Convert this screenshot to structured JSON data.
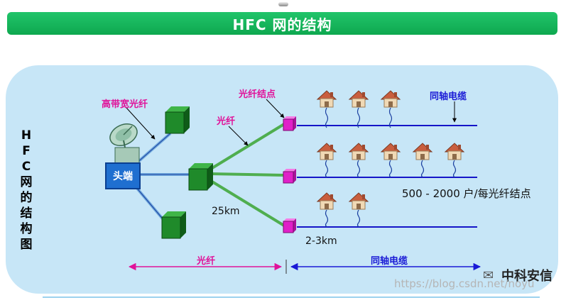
{
  "title": "HFC 网的结构",
  "side_title": "HFC网的结构图",
  "labels": {
    "high_bandwidth_fiber": "高带宽光纤",
    "fiber": "光纤",
    "fiber_node": "光纤结点",
    "coax": "同轴电缆",
    "head_end": "头端",
    "distance_fiber": "25km",
    "distance_coax": "2-3km",
    "households": "500 - 2000 户/每光纤结点",
    "bottom_fiber": "光纤",
    "bottom_coax": "同轴电缆"
  },
  "watermark": "https://blog.csdn.net/noyu",
  "brand": "中科安信",
  "brand_icon": "wechat-icon",
  "colors": {
    "title_green": "#14b25a",
    "panel": "#c7e6f7",
    "cube_green": "#1f8a2a",
    "node_magenta": "#e020c8",
    "coax_blue": "#1515c8",
    "fiber_green": "#4fae4f",
    "trunk_blue": "#6fa8dc"
  }
}
